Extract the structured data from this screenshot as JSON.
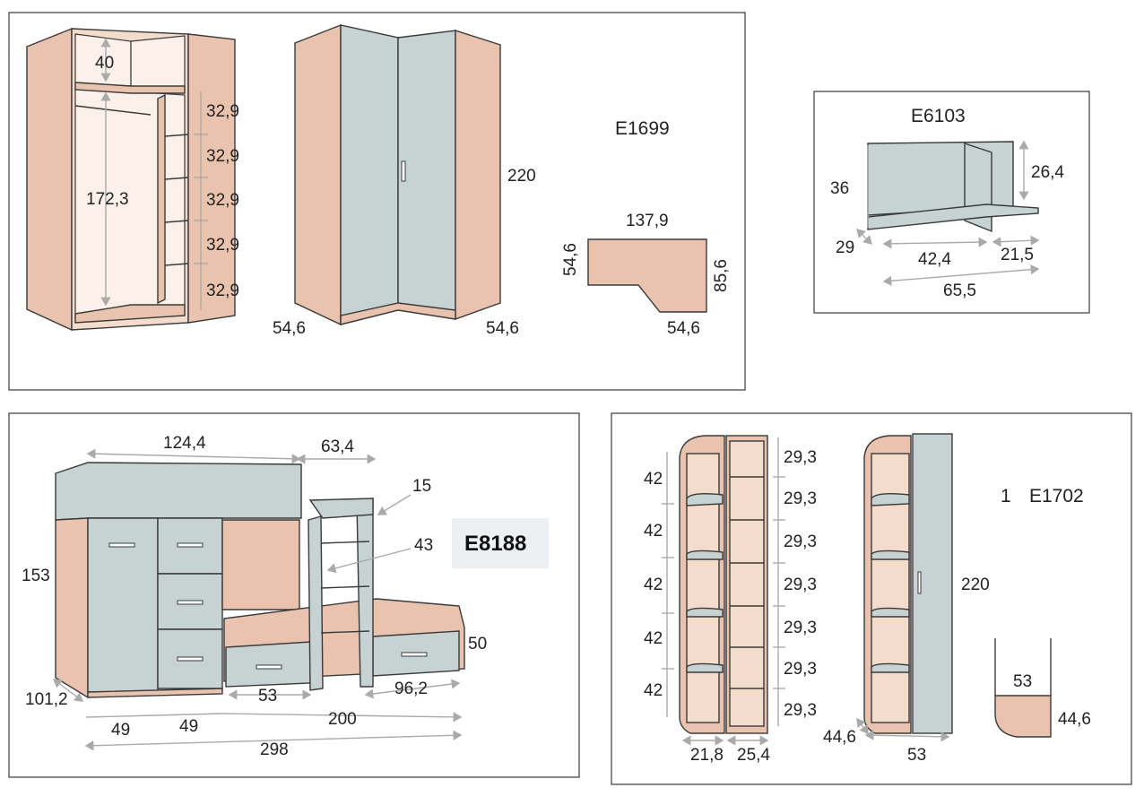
{
  "panel_a": {
    "code": "E1699",
    "interior": {
      "top": "40",
      "hang": "172,3",
      "shelves": [
        "32,9",
        "32,9",
        "32,9",
        "32,9",
        "32,9"
      ]
    },
    "front": {
      "height": "220",
      "depth_left": "54,6",
      "depth_right": "54,6"
    },
    "plan": {
      "top": "137,9",
      "left": "54,6",
      "right": "85,6",
      "bottom": "54,6"
    }
  },
  "panel_b": {
    "code": "E6103",
    "height": "36",
    "back_height": "26,4",
    "depth": "29",
    "width_main": "42,4",
    "width_side": "21,5",
    "width_total": "65,5"
  },
  "panel_c": {
    "code": "E8188",
    "top_width": "124,4",
    "rail_width": "63,4",
    "rail_height": "15",
    "ladder": "43",
    "height": "153",
    "bed_height": "50",
    "depth": "101,2",
    "drawer": "53",
    "drawer2": "96,2",
    "w1": "49",
    "w2": "49",
    "w3": "200",
    "total": "298"
  },
  "panel_d": {
    "qty": "1",
    "code": "E1702",
    "left_shelves": [
      "42",
      "42",
      "42",
      "42",
      "42"
    ],
    "right_shelves": [
      "29,3",
      "29,3",
      "29,3",
      "29,3",
      "29,3",
      "29,3",
      "29,3"
    ],
    "w_left": "21,8",
    "w_right": "25,4",
    "height": "220",
    "depth": "44,6",
    "width": "53",
    "plan_width": "53",
    "plan_depth": "44,6"
  }
}
